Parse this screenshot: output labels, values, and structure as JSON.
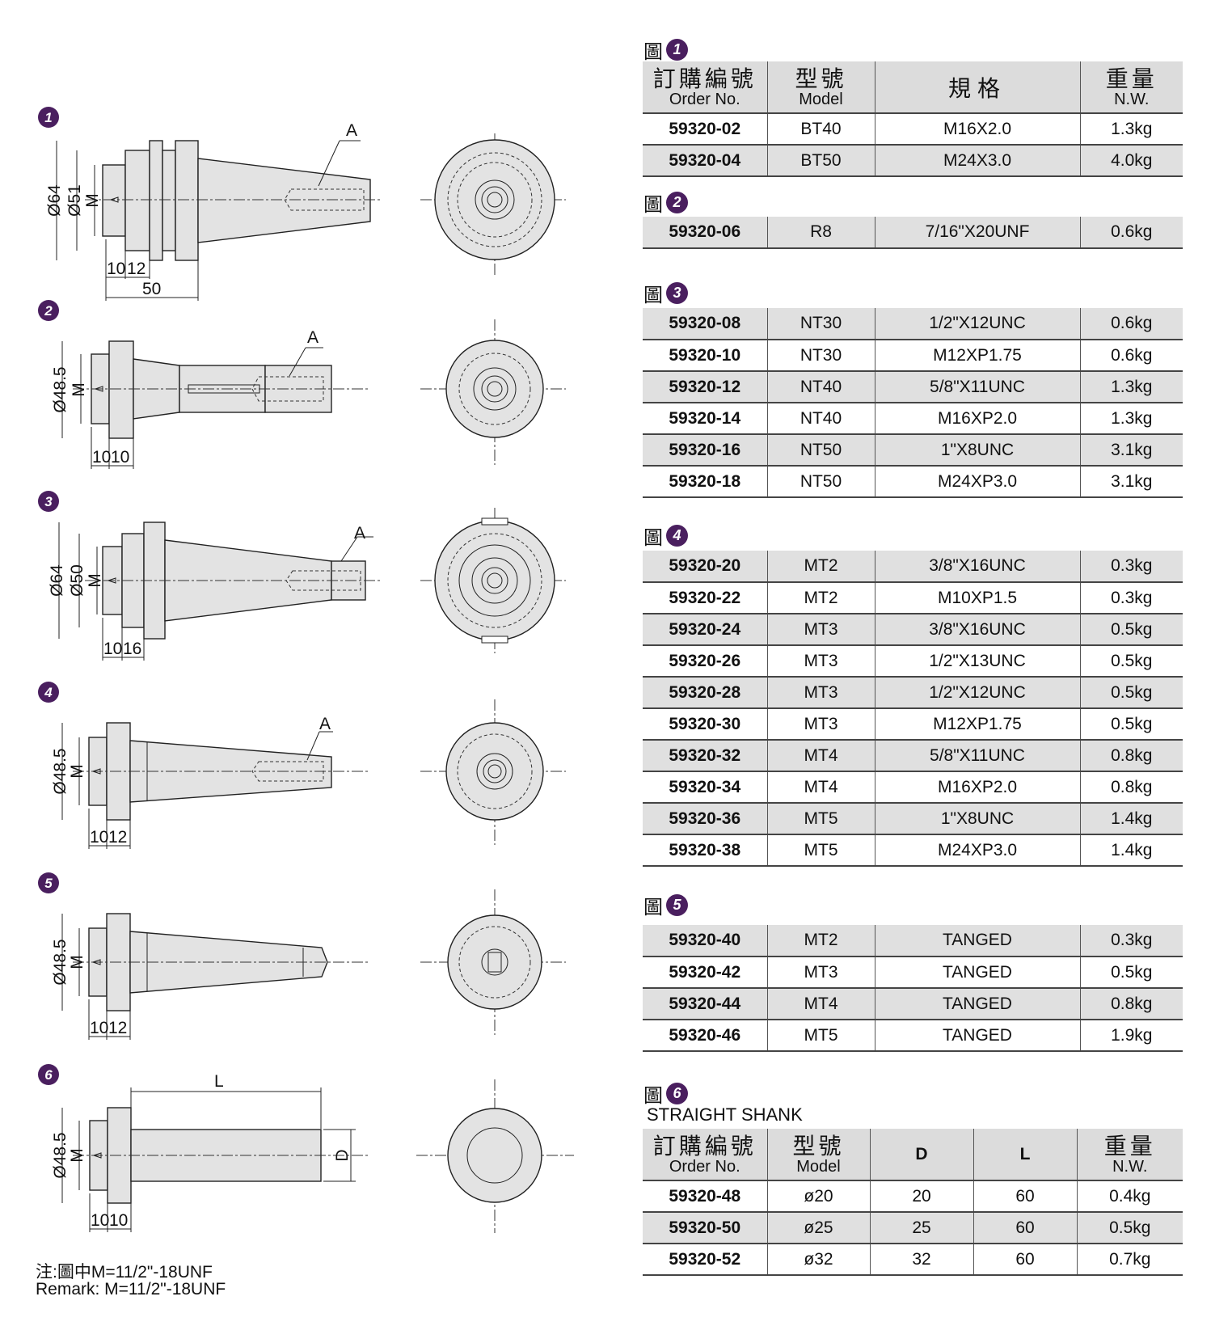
{
  "figure_word": "圖",
  "badges": [
    "1",
    "2",
    "3",
    "4",
    "5",
    "6"
  ],
  "drawing_labels": {
    "f1": {
      "d1": "Ø64",
      "d2": "Ø51",
      "m": "M",
      "a": "A",
      "w1": "10",
      "w2": "12",
      "len": "50"
    },
    "f2": {
      "d1": "Ø48.5",
      "m": "M",
      "a": "A",
      "w1": "10",
      "w2": "10"
    },
    "f3": {
      "d1": "Ø64",
      "d2": "Ø50",
      "m": "M",
      "a": "A",
      "w1": "10",
      "w2": "16"
    },
    "f4": {
      "d1": "Ø48.5",
      "m": "M",
      "a": "A",
      "w1": "10",
      "w2": "12"
    },
    "f5": {
      "d1": "Ø48.5",
      "m": "M",
      "w1": "10",
      "w2": "12"
    },
    "f6": {
      "d1": "Ø48.5",
      "m": "M",
      "l": "L",
      "d": "D",
      "w1": "10",
      "w2": "10"
    }
  },
  "headers": {
    "order_zh": "訂購編號",
    "order_en": "Order No.",
    "model_zh": "型號",
    "model_en": "Model",
    "spec_zh": "規格",
    "weight_zh": "重量",
    "weight_en": "N.W.",
    "d": "D",
    "l": "L"
  },
  "group1": [
    {
      "order": "59320-02",
      "model": "BT40",
      "spec": "M16X2.0",
      "weight": "1.3kg"
    },
    {
      "order": "59320-04",
      "model": "BT50",
      "spec": "M24X3.0",
      "weight": "4.0kg"
    }
  ],
  "group2": [
    {
      "order": "59320-06",
      "model": "R8",
      "spec": "7/16\"X20UNF",
      "weight": "0.6kg"
    }
  ],
  "group3": [
    {
      "order": "59320-08",
      "model": "NT30",
      "spec": "1/2\"X12UNC",
      "weight": "0.6kg"
    },
    {
      "order": "59320-10",
      "model": "NT30",
      "spec": "M12XP1.75",
      "weight": "0.6kg"
    },
    {
      "order": "59320-12",
      "model": "NT40",
      "spec": "5/8\"X11UNC",
      "weight": "1.3kg"
    },
    {
      "order": "59320-14",
      "model": "NT40",
      "spec": "M16XP2.0",
      "weight": "1.3kg"
    },
    {
      "order": "59320-16",
      "model": "NT50",
      "spec": "1\"X8UNC",
      "weight": "3.1kg"
    },
    {
      "order": "59320-18",
      "model": "NT50",
      "spec": "M24XP3.0",
      "weight": "3.1kg"
    }
  ],
  "group4": [
    {
      "order": "59320-20",
      "model": "MT2",
      "spec": "3/8\"X16UNC",
      "weight": "0.3kg"
    },
    {
      "order": "59320-22",
      "model": "MT2",
      "spec": "M10XP1.5",
      "weight": "0.3kg"
    },
    {
      "order": "59320-24",
      "model": "MT3",
      "spec": "3/8\"X16UNC",
      "weight": "0.5kg"
    },
    {
      "order": "59320-26",
      "model": "MT3",
      "spec": "1/2\"X13UNC",
      "weight": "0.5kg"
    },
    {
      "order": "59320-28",
      "model": "MT3",
      "spec": "1/2\"X12UNC",
      "weight": "0.5kg"
    },
    {
      "order": "59320-30",
      "model": "MT3",
      "spec": "M12XP1.75",
      "weight": "0.5kg"
    },
    {
      "order": "59320-32",
      "model": "MT4",
      "spec": "5/8\"X11UNC",
      "weight": "0.8kg"
    },
    {
      "order": "59320-34",
      "model": "MT4",
      "spec": "M16XP2.0",
      "weight": "0.8kg"
    },
    {
      "order": "59320-36",
      "model": "MT5",
      "spec": "1\"X8UNC",
      "weight": "1.4kg"
    },
    {
      "order": "59320-38",
      "model": "MT5",
      "spec": "M24XP3.0",
      "weight": "1.4kg"
    }
  ],
  "group5": [
    {
      "order": "59320-40",
      "model": "MT2",
      "spec": "TANGED",
      "weight": "0.3kg"
    },
    {
      "order": "59320-42",
      "model": "MT3",
      "spec": "TANGED",
      "weight": "0.5kg"
    },
    {
      "order": "59320-44",
      "model": "MT4",
      "spec": "TANGED",
      "weight": "0.8kg"
    },
    {
      "order": "59320-46",
      "model": "MT5",
      "spec": "TANGED",
      "weight": "1.9kg"
    }
  ],
  "group6_title": "STRAIGHT SHANK",
  "group6": [
    {
      "order": "59320-48",
      "model": "ø20",
      "d": "20",
      "l": "60",
      "weight": "0.4kg"
    },
    {
      "order": "59320-50",
      "model": "ø25",
      "d": "25",
      "l": "60",
      "weight": "0.5kg"
    },
    {
      "order": "59320-52",
      "model": "ø32",
      "d": "32",
      "l": "60",
      "weight": "0.7kg"
    }
  ],
  "remark_zh": "注:圖中M=11/2\"-18UNF",
  "remark_en": "Remark:  M=11/2\"-18UNF",
  "colors": {
    "badge": "#4a1f5f",
    "part_fill": "#e3e3e3",
    "row_shade": "#e0e0e0"
  }
}
